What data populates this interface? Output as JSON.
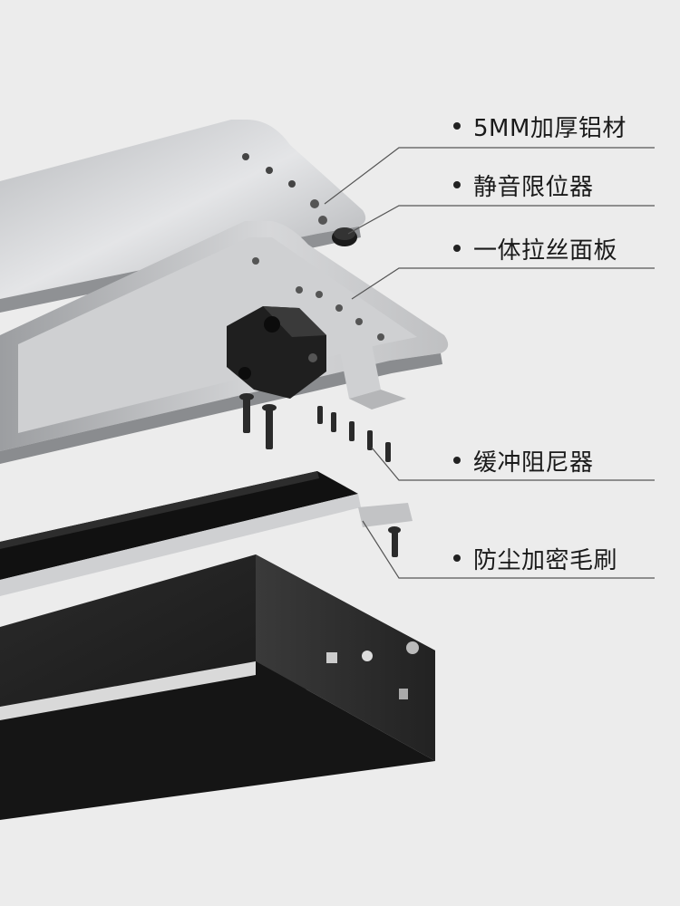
{
  "callouts": [
    {
      "label": "5MM加厚铝材"
    },
    {
      "label": "静音限位器"
    },
    {
      "label": "一体拉丝面板"
    },
    {
      "label": "缓冲阻尼器"
    },
    {
      "label": "防尘加密毛刷"
    }
  ],
  "colors": {
    "background": "#ececec",
    "aluminum": "#c9cacc",
    "housing": "#1b1b1b",
    "brush": "#111111",
    "leader_line": "#555555"
  }
}
